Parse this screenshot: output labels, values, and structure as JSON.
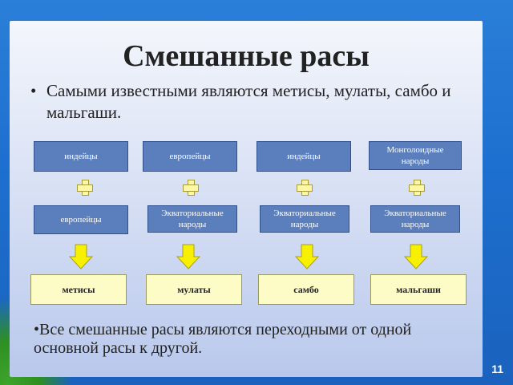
{
  "slide": {
    "title": "Смешанные расы",
    "bullet1_marker": "•",
    "bullet1": "Самыми известными являются метисы, мулаты, самбо и мальгаши.",
    "row1": [
      "индейцы",
      "европейцы",
      "индейцы",
      "Монголоидные народы"
    ],
    "row2": [
      "европейцы",
      "Экваториальные народы",
      "Экваториальные народы",
      "Экваториальные народы"
    ],
    "results": [
      "метисы",
      "мулаты",
      "самбо",
      "мальгаши"
    ],
    "bullet2": "•Все смешанные расы являются переходными от одной основной расы к другой.",
    "page_number": "11"
  },
  "colors": {
    "background": "#1d6fcf",
    "box_blue": "#5b7fbd",
    "box_yellow": "#fdfcc6",
    "arrow_yellow": "#f7f000"
  }
}
